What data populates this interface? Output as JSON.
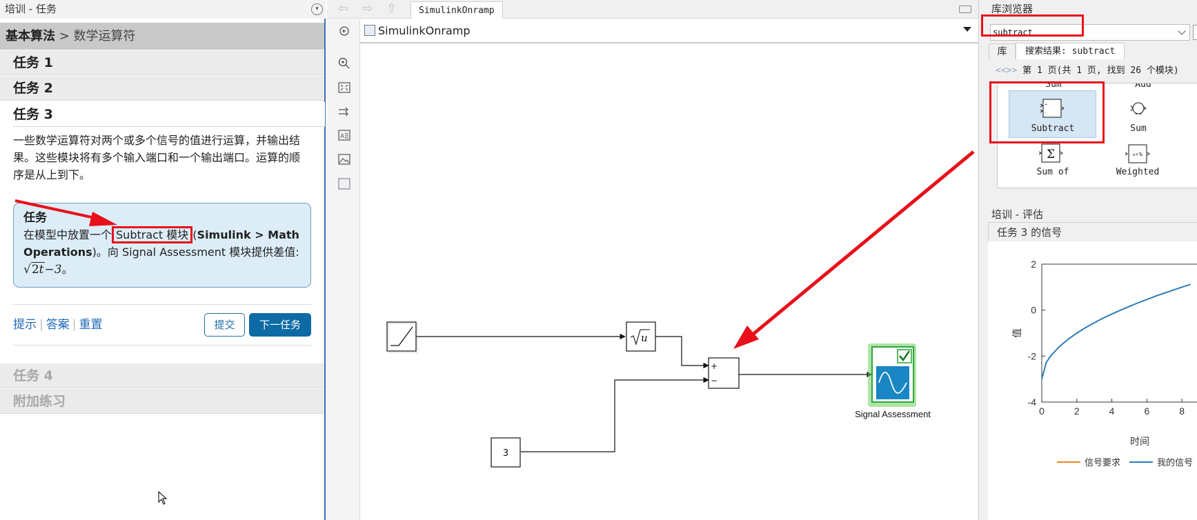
{
  "left_panel": {
    "title": "培训 - 任务",
    "breadcrumb_parent": "基本算法",
    "breadcrumb_sep": ">",
    "breadcrumb_current": "数学运算符",
    "tasks": [
      {
        "label": "任务 1"
      },
      {
        "label": "任务 2"
      },
      {
        "label": "任务 3"
      },
      {
        "label": "任务 4"
      },
      {
        "label": "附加练习"
      }
    ],
    "task3_description": "一些数学运算符对两个或多个信号的值进行运算，并输出结果。这些模块将有多个输入端口和一个输出端口。运算的顺序是从上到下。",
    "task_box": {
      "title": "任务",
      "prefix": "在模型中放置一个",
      "highlight": "Subtract 模块",
      "path_open": "(",
      "path": "Simulink > Math Operations",
      "middle": ")。向 Signal Assessment 模块提供差值:",
      "formula_num": "2",
      "formula_var": "t",
      "formula_tail": "−3",
      "suffix": "。"
    },
    "links": {
      "hint": "提示",
      "answer": "答案",
      "reset": "重置"
    },
    "submit_label": "提交",
    "next_label": "下一任务"
  },
  "editor": {
    "tab_label": "SimulinkOnramp",
    "address": "SimulinkOnramp",
    "blocks": {
      "constant_value": "3",
      "sum_plus": "+",
      "sum_minus": "−",
      "sqrt_var": "u",
      "signal_assessment_label": "Signal Assessment"
    }
  },
  "library": {
    "title": "库浏览器",
    "search_value": "subtract",
    "tab_library": "库",
    "tab_results": "搜索结果: subtract",
    "pager_nav": "<<>>",
    "pager_text": "第 1 页(共 1 页, 找到 26 个模块)",
    "items": [
      {
        "label": "Sum",
        "partial": true
      },
      {
        "label": "Add",
        "partial": true
      },
      {
        "label": "Subtract",
        "selected": true
      },
      {
        "label": "Sum"
      },
      {
        "label": "Sum of"
      },
      {
        "label": "Weighted"
      }
    ],
    "weighted_icon_text": "u+Ts"
  },
  "assessment": {
    "title": "培训 - 评估",
    "plot_title": "任务 3 的信号",
    "chart_data": {
      "type": "line",
      "xlabel": "时间",
      "ylabel": "值",
      "y_ticks": [
        2,
        0,
        -2,
        -4
      ],
      "x_ticks": [
        0,
        2,
        4,
        6,
        8
      ],
      "ylim": [
        -4,
        2
      ],
      "legend": "bottom",
      "series": [
        {
          "name": "信号要求",
          "color": "#e8871e",
          "x": [],
          "y": []
        },
        {
          "name": "我的信号",
          "color": "#2f7bb6",
          "x": [
            0,
            0.25,
            0.5,
            1,
            1.5,
            2,
            2.5,
            3,
            3.5,
            4,
            4.5,
            5,
            5.5,
            6,
            6.5,
            7,
            7.5,
            8,
            8.5
          ],
          "y": [
            -3,
            -2.29,
            -2.0,
            -1.59,
            -1.27,
            -1.0,
            -0.76,
            -0.55,
            -0.35,
            -0.17,
            0,
            0.16,
            0.32,
            0.46,
            0.61,
            0.74,
            0.87,
            1.0,
            1.12
          ]
        }
      ]
    }
  },
  "colors": {
    "accent": "#0e6aa4",
    "annotation_red": "#e8101a",
    "signal_blue": "#2f7bb6",
    "assessment_green": "#2ea83a"
  }
}
